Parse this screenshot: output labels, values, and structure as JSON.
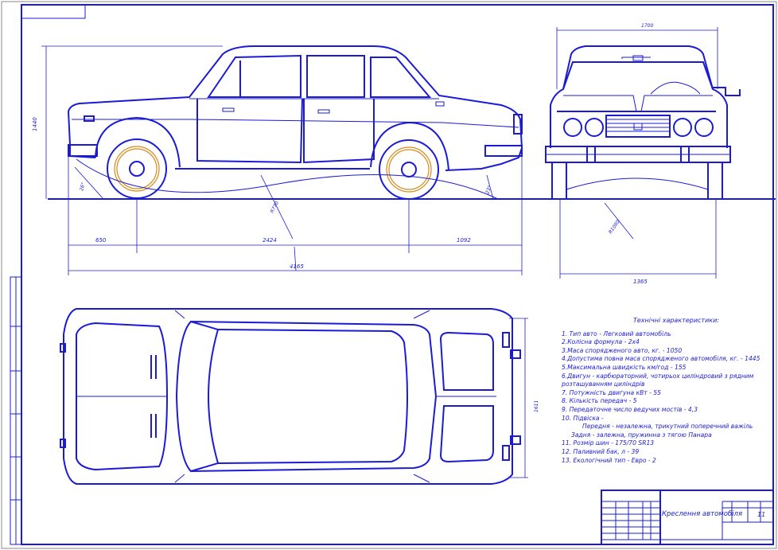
{
  "drawing": {
    "dimensions": {
      "height": "1440",
      "wheel_radius": "R770",
      "front_overhang": "650",
      "wheelbase": "2424",
      "rear_overhang": "1092",
      "overall_length": "4165",
      "angle_front": "26°",
      "angle_rear": "23°",
      "top_width": "1700",
      "front_radius": "R1080",
      "track": "1365",
      "plan_width": "1611"
    }
  },
  "specs": {
    "title": "Технічні характеристики:",
    "items": [
      "1. Тип авто - Легковий автомобіль",
      "2.Колісна формула - 2х4",
      "3.Маса спорядженого авто, кг. - 1050",
      "4.Допустима повна маса спорядженого автомобіля, кг. - 1445",
      "5.Максимальна швидкість км/год - 155",
      "6.Двигун - карбюраторний, чотирьох циліндровий з рядним",
      "розташуванням циліндрів",
      "7. Потужність двигуна кВт - 55",
      "8. Кількість передач - 5",
      "9. Передаточне число ведучих мостів - 4,3",
      "10. Підвіска -",
      "Передня - незалежна, трикутний поперечний важіль",
      "Задня - залежна, пружинна з тягою Панара",
      "11. Розмір шин - 175/70 SR13",
      "12. Паливний бак, л - 39",
      "13. Екологічний тип - Евро - 2"
    ]
  },
  "title_block": {
    "title": "Креслення автомобіля",
    "sheets": "11"
  }
}
